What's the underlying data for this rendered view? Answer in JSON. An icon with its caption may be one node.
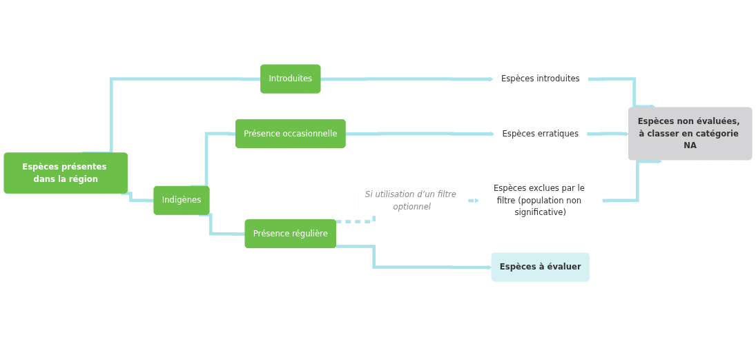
{
  "diagram": {
    "nodes": [
      {
        "text": [
          "Espèces présentes dans la région"
        ]
      },
      {
        "text": [
          "Introduites"
        ]
      },
      {
        "text": [
          "Indigènes"
        ]
      },
      {
        "text": [
          "Présence occasionnelle"
        ]
      },
      {
        "text": [
          "Présence régulière"
        ]
      },
      {
        "text": [
          "Espèces introduites"
        ]
      },
      {
        "text": [
          "Espèces erratiques"
        ]
      },
      {
        "text": [
          "Espèces exclues par le filtre (population non significative)"
        ]
      },
      {
        "text": [
          "Espèces non évaluées, à classer en catégorie NA"
        ]
      },
      {
        "text": [
          "Espèces à évaluer"
        ]
      }
    ],
    "edges": [
      {
        "from": 0,
        "to": 1,
        "arrow": "none"
      },
      {
        "from": 0,
        "to": 2,
        "arrow": "none"
      },
      {
        "from": 1,
        "to": 5,
        "arrow": "to"
      },
      {
        "from": 2,
        "to": 3,
        "arrow": "none"
      },
      {
        "from": 2,
        "to": 4,
        "arrow": "none"
      },
      {
        "from": 3,
        "to": 6,
        "arrow": "to"
      },
      {
        "from": 4,
        "to": 7,
        "arrow": "to",
        "label": "Si utilisation d’un filtre optionnel",
        "style": "dashed"
      },
      {
        "from": 4,
        "to": 9,
        "arrow": "to"
      },
      {
        "from": 5,
        "to": 8,
        "arrow": "to"
      },
      {
        "from": 6,
        "to": 8,
        "arrow": "to"
      },
      {
        "from": 7,
        "to": 8,
        "arrow": "to"
      }
    ]
  }
}
